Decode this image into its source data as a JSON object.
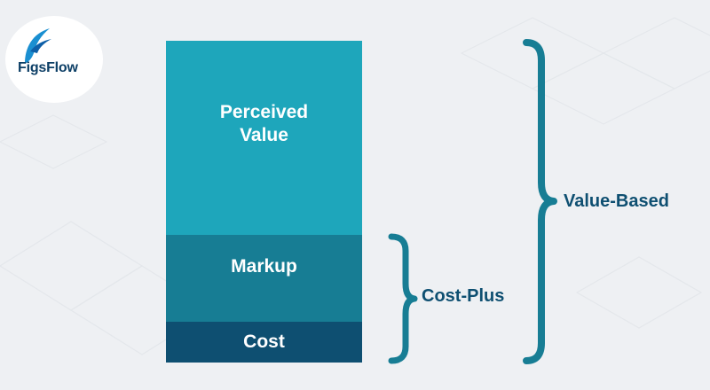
{
  "logo": {
    "text": "FigsFlow",
    "mark_icon": "figsflow-logo-icon"
  },
  "segments": [
    {
      "label": "Perceived Value"
    },
    {
      "label": "Markup"
    },
    {
      "label": "Cost"
    }
  ],
  "braces": {
    "cost_plus": {
      "label": "Cost-Plus"
    },
    "value_based": {
      "label": "Value-Based"
    }
  },
  "colors": {
    "perceived": "#1ea6bb",
    "markup": "#177d94",
    "cost": "#0e4f71",
    "brace": "#177d94",
    "label_text": "#0e4f71",
    "background": "#eef0f3"
  }
}
